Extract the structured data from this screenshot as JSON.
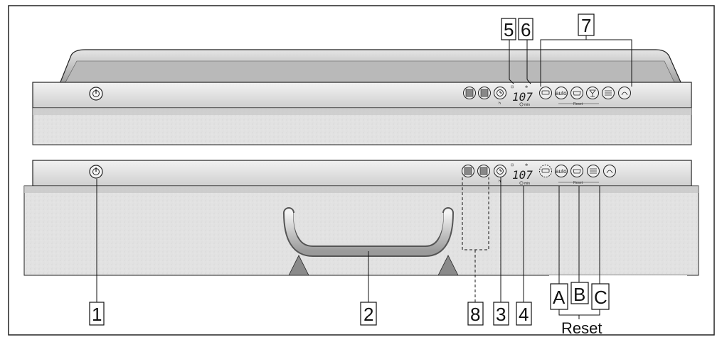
{
  "callouts": {
    "c1": "1",
    "c2": "2",
    "c3": "3",
    "c4": "4",
    "c5": "5",
    "c6": "6",
    "c7": "7",
    "c8": "8",
    "cA": "A",
    "cB": "B",
    "cC": "C"
  },
  "reset_caption": "Reset",
  "panel_top": {
    "display_value": "107",
    "timer_unit_h": "h",
    "timer_unit_min": "min",
    "auto_label": "auto",
    "reset_label": "Reset"
  },
  "panel_bottom": {
    "display_value": "107",
    "timer_unit_h": "h",
    "timer_unit_min": "min",
    "auto_label": "auto",
    "reset_label": "Reset"
  },
  "icons": [
    "power-icon",
    "square-button-icon",
    "clock-icon",
    "salt-indicator-icon",
    "rinse-aid-indicator-icon",
    "intensive-program-icon",
    "auto-program-icon",
    "eco-program-icon",
    "glass-program-icon",
    "quick-program-icon",
    "prerinse-program-icon"
  ]
}
